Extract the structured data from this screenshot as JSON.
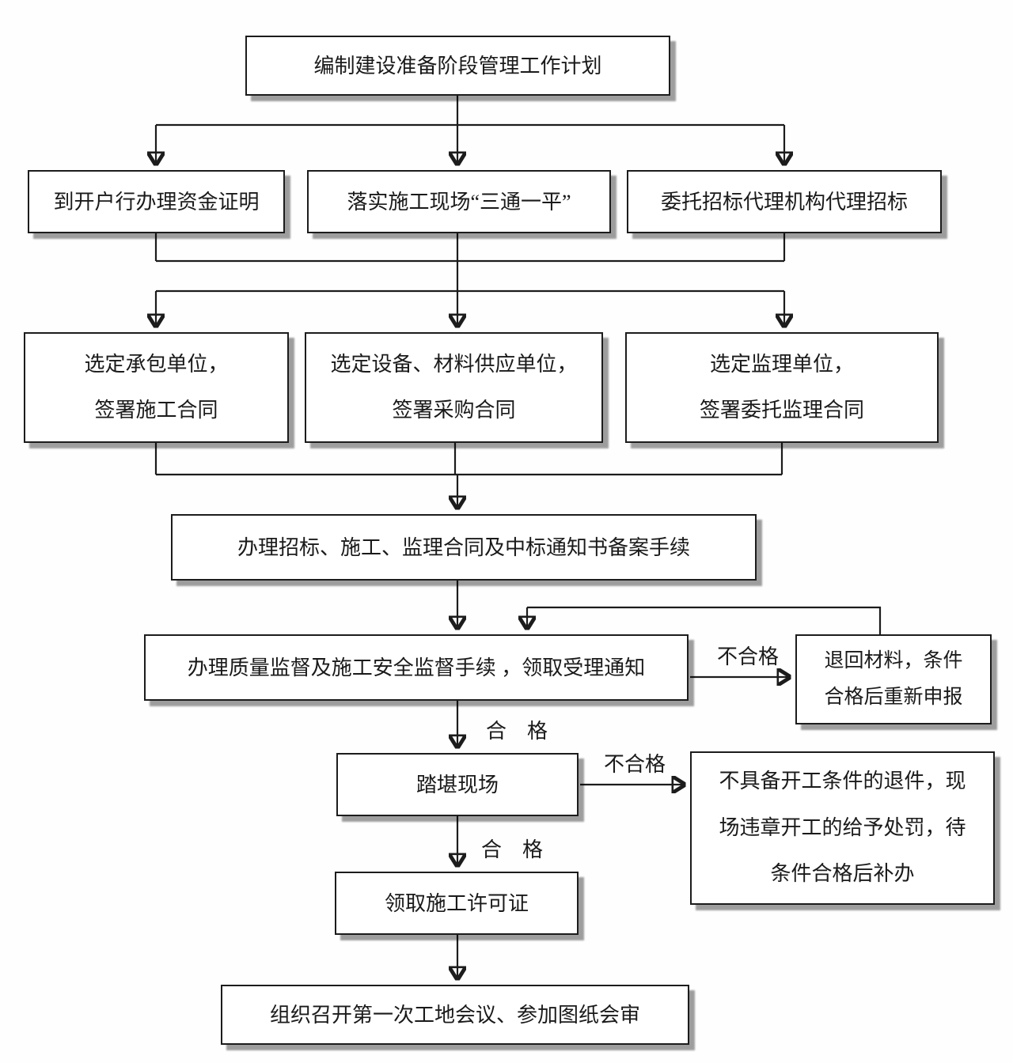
{
  "nodes": {
    "plan": {
      "label": "编制建设准备阶段管理工作计划"
    },
    "fund": {
      "label": "到开户行办理资金证明"
    },
    "site": {
      "label": "落实施工现场“三通一平”"
    },
    "agency": {
      "label": "委托招标代理机构代理招标"
    },
    "contractor": {
      "label": "选定承包单位，\n签署施工合同"
    },
    "supplier": {
      "label": "选定设备、材料供应单位，\n签署采购合同"
    },
    "supervisor": {
      "label": "选定监理单位，\n签署委托监理合同"
    },
    "filing": {
      "label": "办理招标、施工、监理合同及中标通知书备案手续"
    },
    "quality": {
      "label": "办理质量监督及施工安全监督手续 ，领取受理通知"
    },
    "return_materials": {
      "label": "退回材料，条件\n合格后重新申报"
    },
    "site_visit": {
      "label": "踏堪现场"
    },
    "reject": {
      "label": "不具备开工条件的退件，现\n场违章开工的给予处罚，待\n条件合格后补办"
    },
    "permit": {
      "label": "领取施工许可证"
    },
    "meeting": {
      "label": "组织召开第一次工地会议、参加图纸会审"
    }
  },
  "edge_labels": {
    "fail1": "不合格",
    "pass1": "合　格",
    "fail2": "不合格",
    "pass2": "合　格"
  },
  "colors": {
    "line": "#1c1c1c",
    "box_border": "#1c1c1c",
    "box_fill": "#ffffff",
    "shadow": "#9a9a9a",
    "text": "#1a1a1a"
  }
}
